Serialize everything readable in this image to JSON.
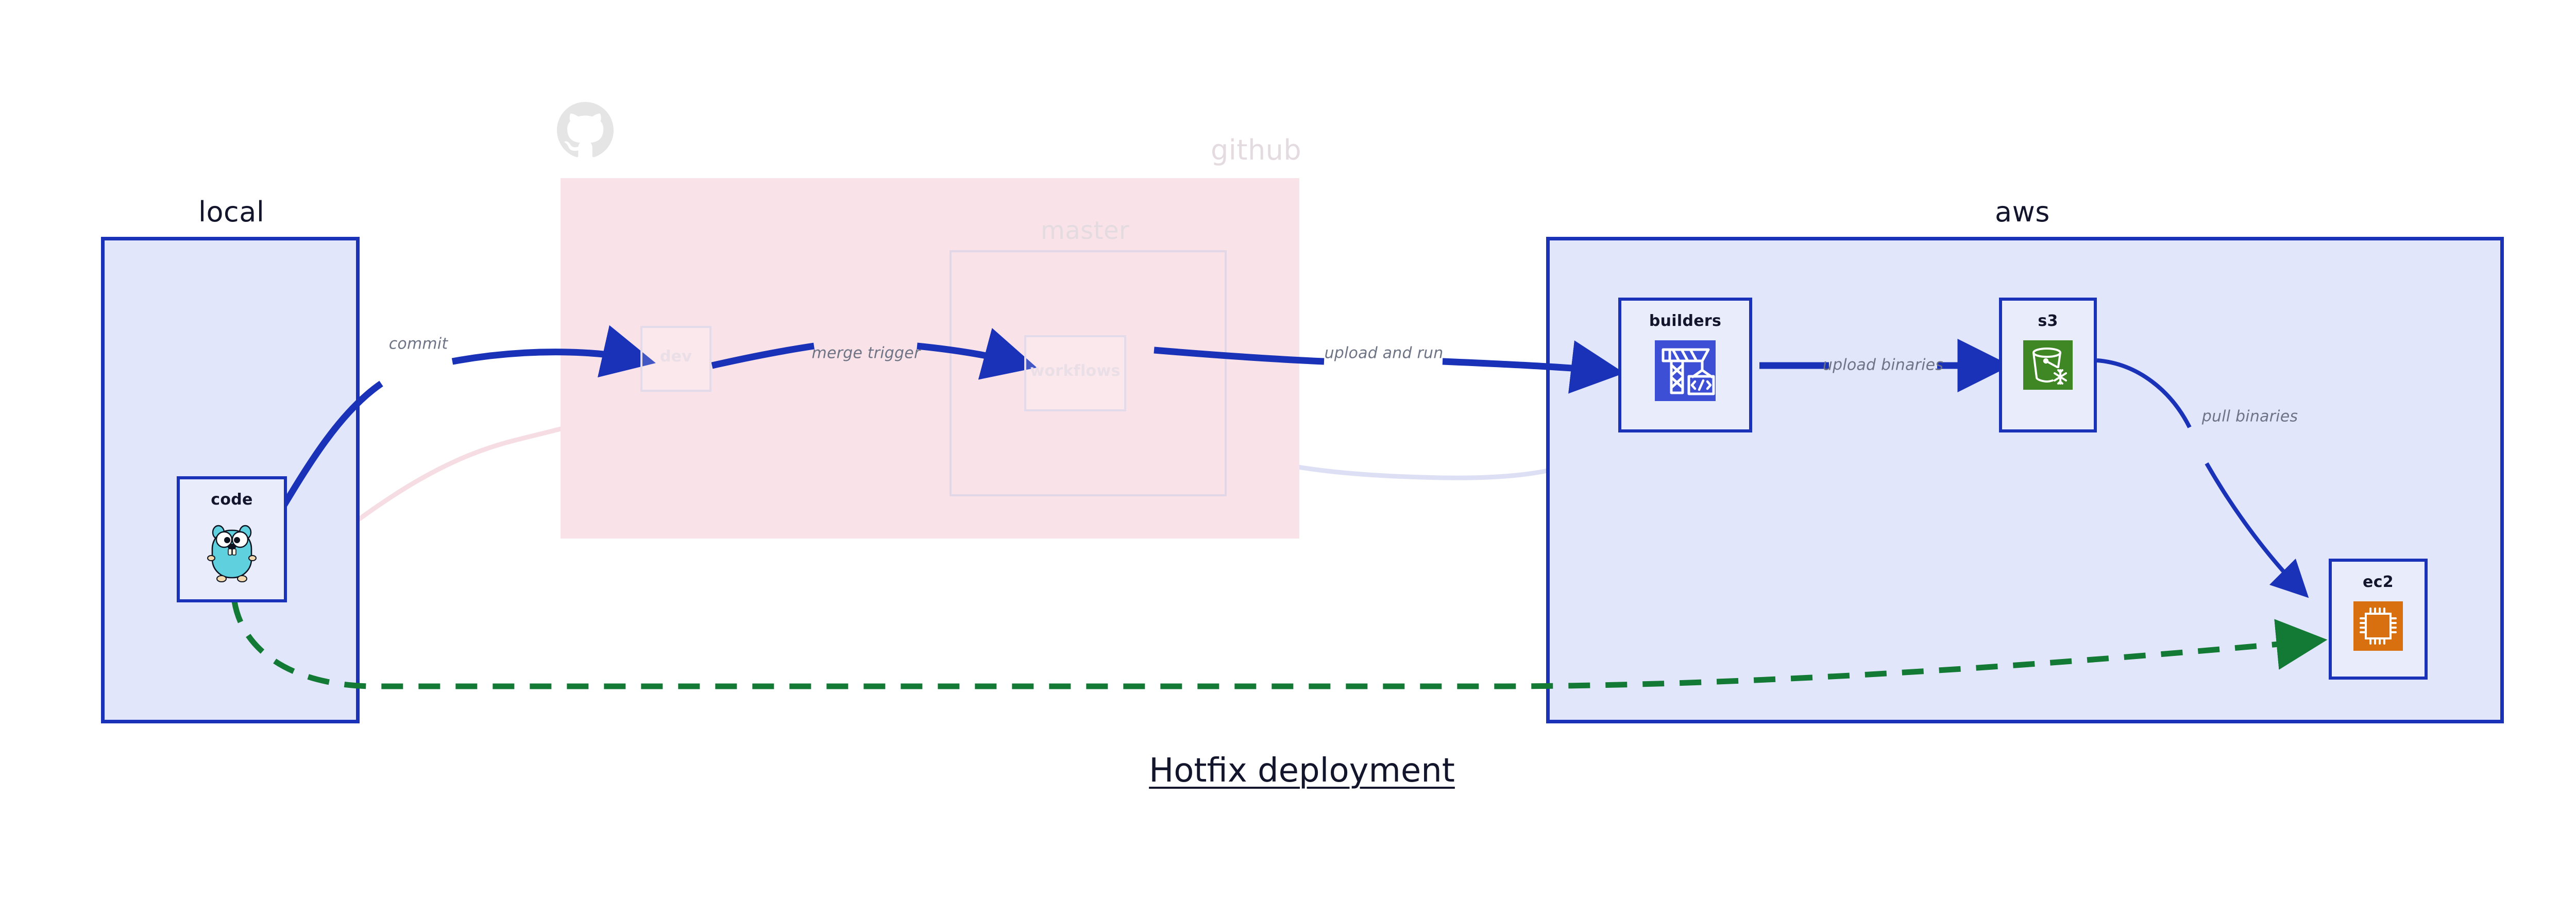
{
  "diagram": {
    "title": "Hotfix deployment",
    "colors": {
      "container_border_blue": "#1a32b8",
      "container_fill_blue": "#e1e6fa",
      "github_fill_pink": "#f9e3e8",
      "master_border": "#e2d7e6",
      "node_fill": "#e9edfb",
      "edge_blue": "#1a32b8",
      "edge_green": "#127a35",
      "label_gray": "#6e7485",
      "faded_ink": "#e4dbe0",
      "builders_icon_bg": "#3d4fd4",
      "s3_icon_bg": "#3f8624",
      "ec2_icon_bg": "#d9700f",
      "gopher_body": "#5fd0dd"
    }
  },
  "groups": [
    {
      "id": "local",
      "label": "local",
      "faded": false
    },
    {
      "id": "github",
      "label": "github",
      "faded": true
    },
    {
      "id": "master",
      "label": "master",
      "faded": true
    },
    {
      "id": "aws",
      "label": "aws",
      "faded": false
    }
  ],
  "nodes": [
    {
      "id": "code",
      "label": "code",
      "icon": "go-gopher-icon",
      "faded": false
    },
    {
      "id": "dev",
      "label": "dev",
      "icon": null,
      "faded": true
    },
    {
      "id": "workflows",
      "label": "workflows",
      "icon": null,
      "faded": true
    },
    {
      "id": "builders",
      "label": "builders",
      "icon": "crane-code-icon",
      "faded": false
    },
    {
      "id": "s3",
      "label": "s3",
      "icon": "s3-bucket-icon",
      "faded": false
    },
    {
      "id": "ec2",
      "label": "ec2",
      "icon": "cpu-chip-icon",
      "faded": false
    }
  ],
  "edges": [
    {
      "id": "code-dev",
      "from": "code",
      "to": "dev",
      "label": "commit",
      "style": "solid",
      "color": "#1a32b8",
      "faded": false
    },
    {
      "id": "dev-workflows",
      "from": "dev",
      "to": "workflows",
      "label": "merge trigger",
      "style": "solid",
      "color": "#1a32b8",
      "faded": false
    },
    {
      "id": "workflows-build",
      "from": "workflows",
      "to": "builders",
      "label": "upload and run",
      "style": "solid",
      "color": "#1a32b8",
      "faded": false
    },
    {
      "id": "builders-s3",
      "from": "builders",
      "to": "s3",
      "label": "upload binaries",
      "style": "solid",
      "color": "#1a32b8",
      "faded": false
    },
    {
      "id": "s3-ec2",
      "from": "s3",
      "to": "ec2",
      "label": "pull binaries",
      "style": "solid",
      "color": "#1a32b8",
      "faded": false
    },
    {
      "id": "code-ec2",
      "from": "code",
      "to": "ec2",
      "label": "",
      "style": "dashed",
      "color": "#127a35",
      "faded": false
    },
    {
      "id": "code-dev-faded",
      "from": "code",
      "to": "dev",
      "label": "",
      "style": "solid",
      "color": "#f3d9e0",
      "faded": true
    },
    {
      "id": "dev-wf-faded",
      "from": "dev",
      "to": "workflows",
      "label": "",
      "style": "solid",
      "color": "#ded9ee",
      "faded": true
    },
    {
      "id": "wf-build-faded",
      "from": "workflows",
      "to": "builders",
      "label": "",
      "style": "solid",
      "color": "#dde0f4",
      "faded": true
    }
  ]
}
